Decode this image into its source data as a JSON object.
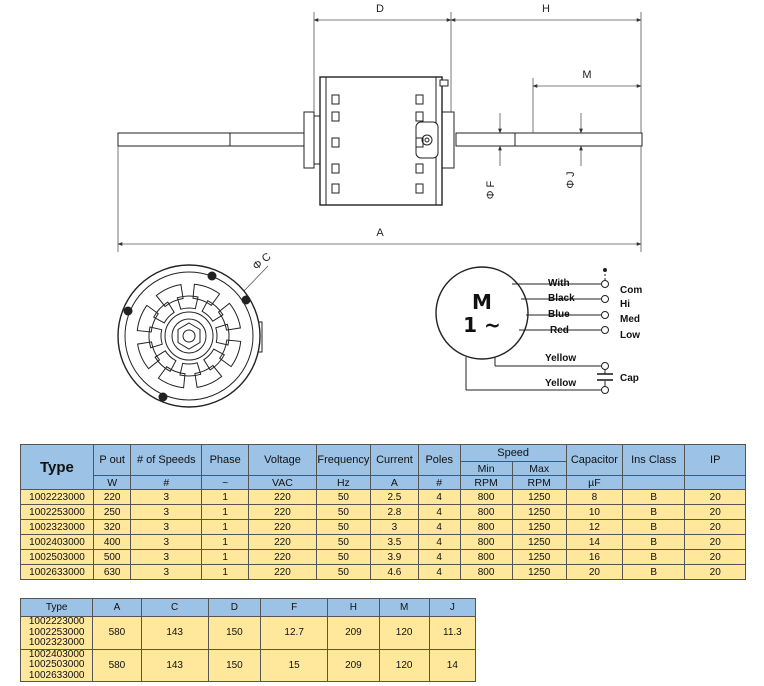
{
  "drawing": {
    "dim_labels": {
      "D": "D",
      "H": "H",
      "M": "M",
      "A": "A",
      "F": "Φ F",
      "J": "Φ J",
      "C": "Φ C"
    },
    "motor_symbol": {
      "top": "M",
      "bottom": "1 ~"
    },
    "wiring": [
      {
        "wire": "With",
        "terminal": "Com"
      },
      {
        "wire": "Black",
        "terminal": "Hi"
      },
      {
        "wire": "Blue",
        "terminal": "Med"
      },
      {
        "wire": "Red",
        "terminal": "Low"
      }
    ],
    "cap_wires": [
      "Yellow",
      "Yellow"
    ],
    "cap_label": "Cap"
  },
  "table1": {
    "headers": {
      "type": "Type",
      "p_out": "P out",
      "speeds": "# of Speeds",
      "phase": "Phase",
      "voltage": "Voltage",
      "frequency": "Frequency",
      "current": "Current",
      "poles": "Poles",
      "speed": "Speed",
      "min": "Min",
      "max": "Max",
      "capacitor": "Capacitor",
      "ins_class": "Ins Class",
      "ip": "IP"
    },
    "units": [
      "W",
      "#",
      "~",
      "VAC",
      "Hz",
      "A",
      "#",
      "RPM",
      "RPM",
      "µF",
      "",
      ""
    ],
    "rows": [
      [
        "1002223000",
        "220",
        "3",
        "1",
        "220",
        "50",
        "2.5",
        "4",
        "800",
        "1250",
        "8",
        "B",
        "20"
      ],
      [
        "1002253000",
        "250",
        "3",
        "1",
        "220",
        "50",
        "2.8",
        "4",
        "800",
        "1250",
        "10",
        "B",
        "20"
      ],
      [
        "1002323000",
        "320",
        "3",
        "1",
        "220",
        "50",
        "3",
        "4",
        "800",
        "1250",
        "12",
        "B",
        "20"
      ],
      [
        "1002403000",
        "400",
        "3",
        "1",
        "220",
        "50",
        "3.5",
        "4",
        "800",
        "1250",
        "14",
        "B",
        "20"
      ],
      [
        "1002503000",
        "500",
        "3",
        "1",
        "220",
        "50",
        "3.9",
        "4",
        "800",
        "1250",
        "16",
        "B",
        "20"
      ],
      [
        "1002633000",
        "630",
        "3",
        "1",
        "220",
        "50",
        "4.6",
        "4",
        "800",
        "1250",
        "20",
        "B",
        "20"
      ]
    ]
  },
  "table2": {
    "headers": [
      "Type",
      "A",
      "C",
      "D",
      "F",
      "H",
      "M",
      "J"
    ],
    "rows": [
      {
        "types": [
          "1002223000",
          "1002253000",
          "1002323000"
        ],
        "values": [
          "580",
          "143",
          "150",
          "12.7",
          "209",
          "120",
          "11.3"
        ]
      },
      {
        "types": [
          "1002403000",
          "1002503000",
          "1002633000"
        ],
        "values": [
          "580",
          "143",
          "150",
          "15",
          "209",
          "120",
          "14"
        ]
      }
    ]
  }
}
